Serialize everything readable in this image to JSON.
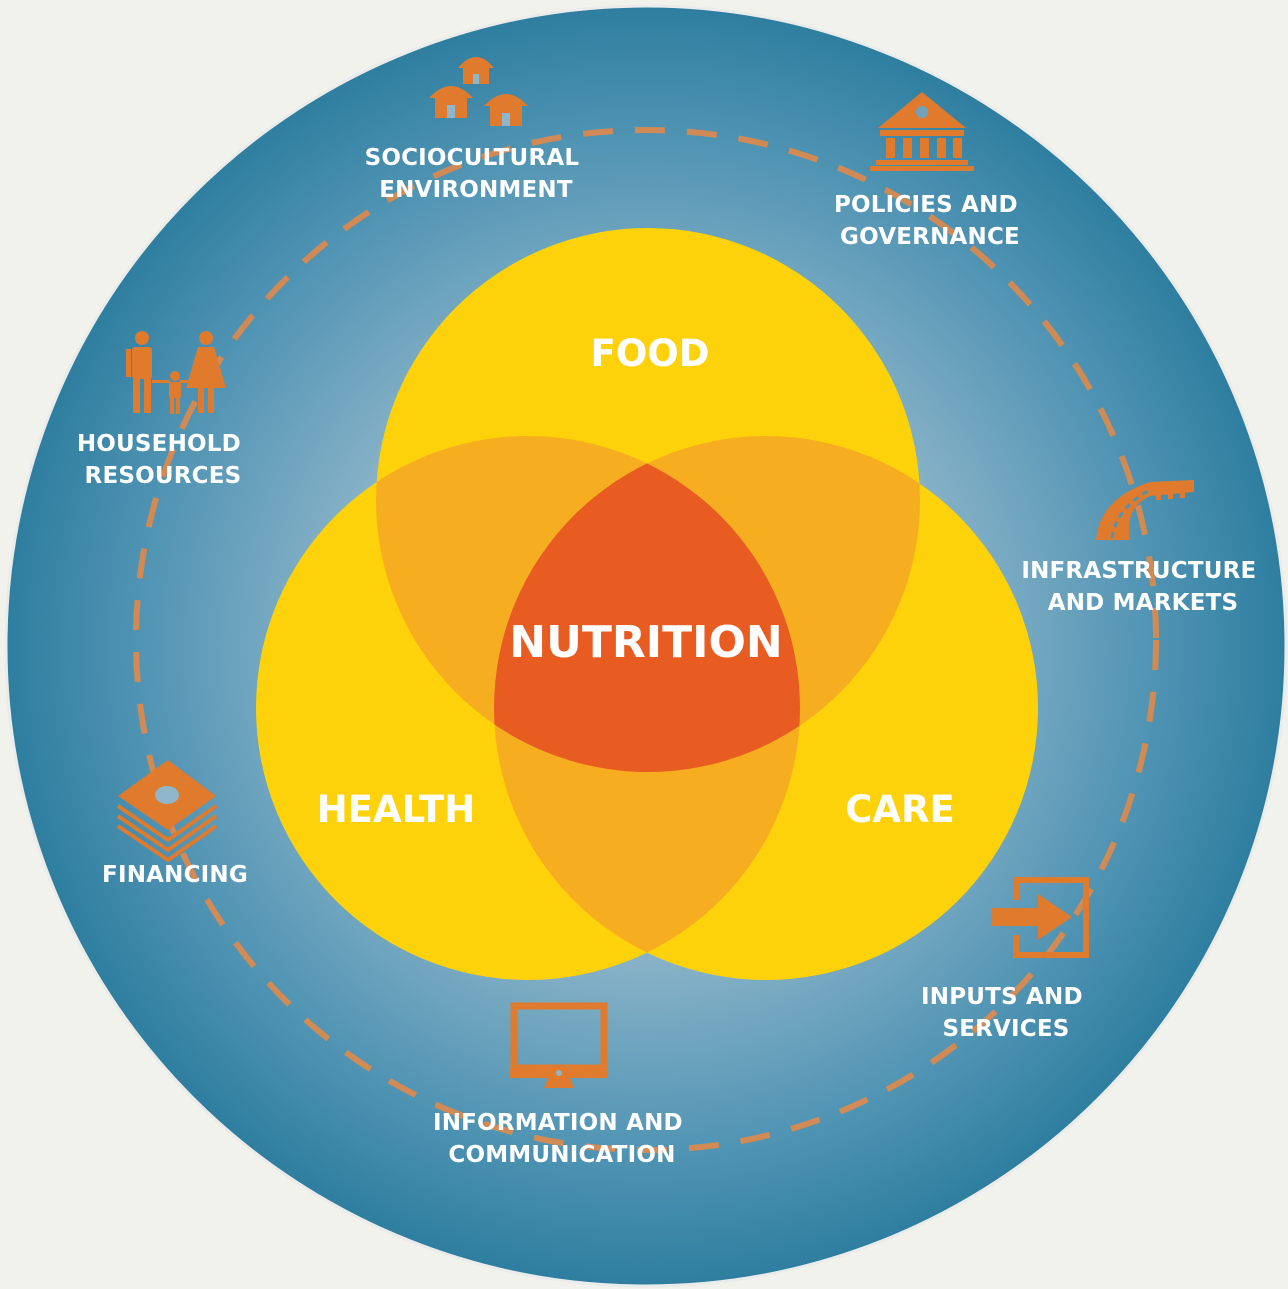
{
  "colors": {
    "page_background": "#f2f2ec",
    "outer_circle_edge": "#2e7ea0",
    "outer_circle_center": "#bcd3df",
    "dashed_ring": "#e08a4a",
    "icon": "#e07a2c",
    "venn_circle": "#fdd20a",
    "venn_overlap": "#f6ae20",
    "nutrition_core": "#e85c22",
    "label_text": "#ffffff"
  },
  "center": {
    "core_label": "NUTRITION",
    "circles": [
      {
        "id": "food",
        "label": "FOOD"
      },
      {
        "id": "health",
        "label": "HEALTH"
      },
      {
        "id": "care",
        "label": "CARE"
      }
    ]
  },
  "ring_items": [
    {
      "id": "sociocultural",
      "icon": "huts-icon",
      "lines": [
        "SOCIOCULTURAL",
        "ENVIRONMENT"
      ]
    },
    {
      "id": "policies",
      "icon": "government-building-icon",
      "lines": [
        "POLICIES AND",
        "GOVERNANCE"
      ]
    },
    {
      "id": "infrastructure",
      "icon": "road-bridge-icon",
      "lines": [
        "INFRASTRUCTURE",
        "AND MARKETS"
      ]
    },
    {
      "id": "inputs",
      "icon": "enter-arrow-icon",
      "lines": [
        "INPUTS AND",
        "SERVICES"
      ]
    },
    {
      "id": "information",
      "icon": "monitor-icon",
      "lines": [
        "INFORMATION AND",
        "COMMUNICATION"
      ]
    },
    {
      "id": "financing",
      "icon": "money-stack-icon",
      "lines": [
        "FINANCING"
      ]
    },
    {
      "id": "household",
      "icon": "family-icon",
      "lines": [
        "HOUSEHOLD",
        "RESOURCES"
      ]
    }
  ]
}
